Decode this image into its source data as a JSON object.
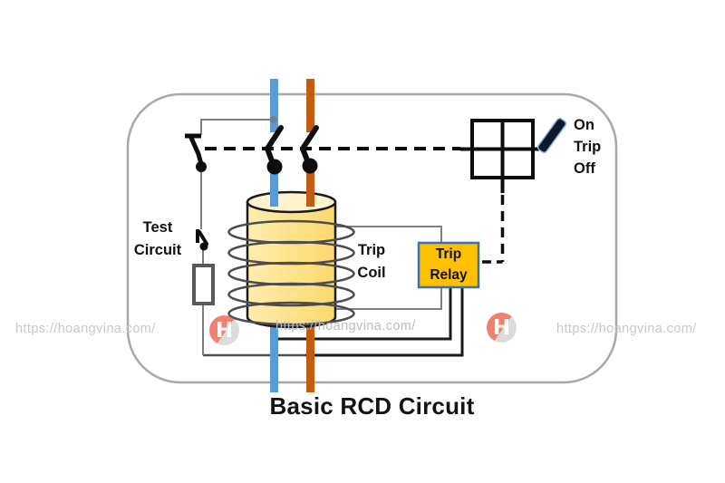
{
  "title": "Basic RCD Circuit",
  "labels": {
    "test_circuit": {
      "line1": "Test",
      "line2": "Circuit"
    },
    "trip_coil": {
      "line1": "Trip",
      "line2": "Coil"
    },
    "trip_relay": {
      "line1": "Trip",
      "line2": "Relay"
    },
    "switch_positions": {
      "on": "On",
      "trip": "Trip",
      "off": "Off"
    }
  },
  "watermark": {
    "url": "https://hoangvina.com/",
    "logo_letter": "H"
  },
  "icons": {
    "brand_logo": "h-circle-logo",
    "lever": "rotary-switch-lever"
  },
  "colors": {
    "blue_wire": "#5b9bd5",
    "brown_wire": "#c55a11",
    "coil_core_fill": "#ffe28c",
    "relay_fill": "#ffc000",
    "relay_border": "#41719c",
    "enclosure_outline": "#a8a8a8",
    "watermark_text": "#c8c8c8"
  }
}
